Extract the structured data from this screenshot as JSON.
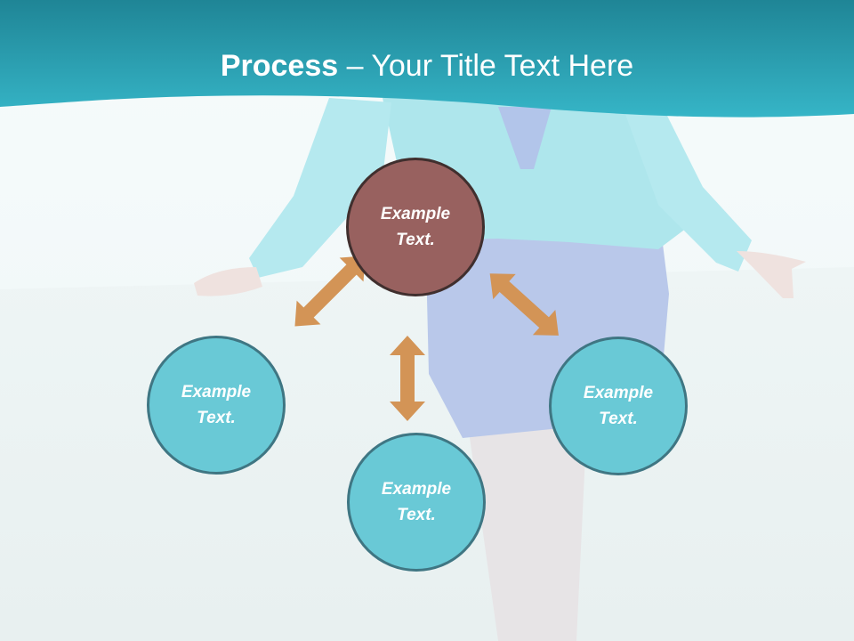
{
  "title": {
    "bold": "Process",
    "rest": " – Your Title Text Here"
  },
  "diagram": {
    "center": {
      "text": "Example Text."
    },
    "left": {
      "text": "Example Text."
    },
    "bottom": {
      "text": "Example Text."
    },
    "right": {
      "text": "Example Text."
    }
  },
  "colors": {
    "header": "#2ea9bb",
    "center_node": "#98615f",
    "outer_node": "#69c9d6",
    "arrow": "#d39456"
  },
  "background_photo": "woman in light-blue cardigan and navy skirt leaning on a desk"
}
